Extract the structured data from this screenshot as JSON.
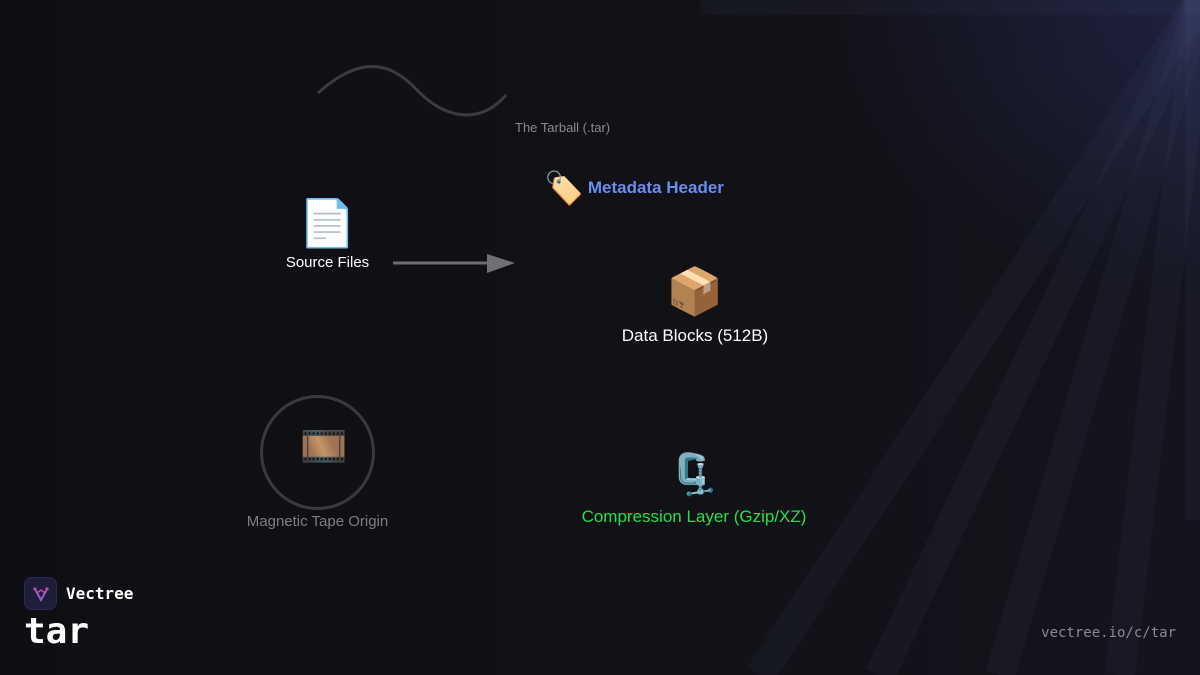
{
  "diagram": {
    "tarball_caption": "The Tarball (.tar)",
    "source_files": {
      "icon": "page-facing-up-icon",
      "emoji": "📄",
      "label": "Source Files"
    },
    "metadata_header": {
      "icon": "label-tag-icon",
      "emoji": "🏷️",
      "label": "Metadata Header",
      "color": "#6b8df0"
    },
    "data_blocks": {
      "icon": "package-box-icon",
      "emoji": "📦",
      "label": "Data Blocks (512B)"
    },
    "magnetic_tape": {
      "icon": "film-strip-icon",
      "emoji": "🎞️",
      "label": "Magnetic Tape Origin"
    },
    "compression": {
      "icon": "clamp-compression-icon",
      "emoji": "🗜️",
      "label": "Compression Layer (Gzip/XZ)",
      "color": "#22e04a"
    }
  },
  "footer": {
    "brand_icon": "vectree-logo-icon",
    "brand_name": "Vectree",
    "page_title": "tar",
    "url": "vectree.io/c/tar"
  },
  "colors": {
    "background": "#101014",
    "accent_blue": "#6b8df0",
    "accent_green": "#22e04a"
  }
}
